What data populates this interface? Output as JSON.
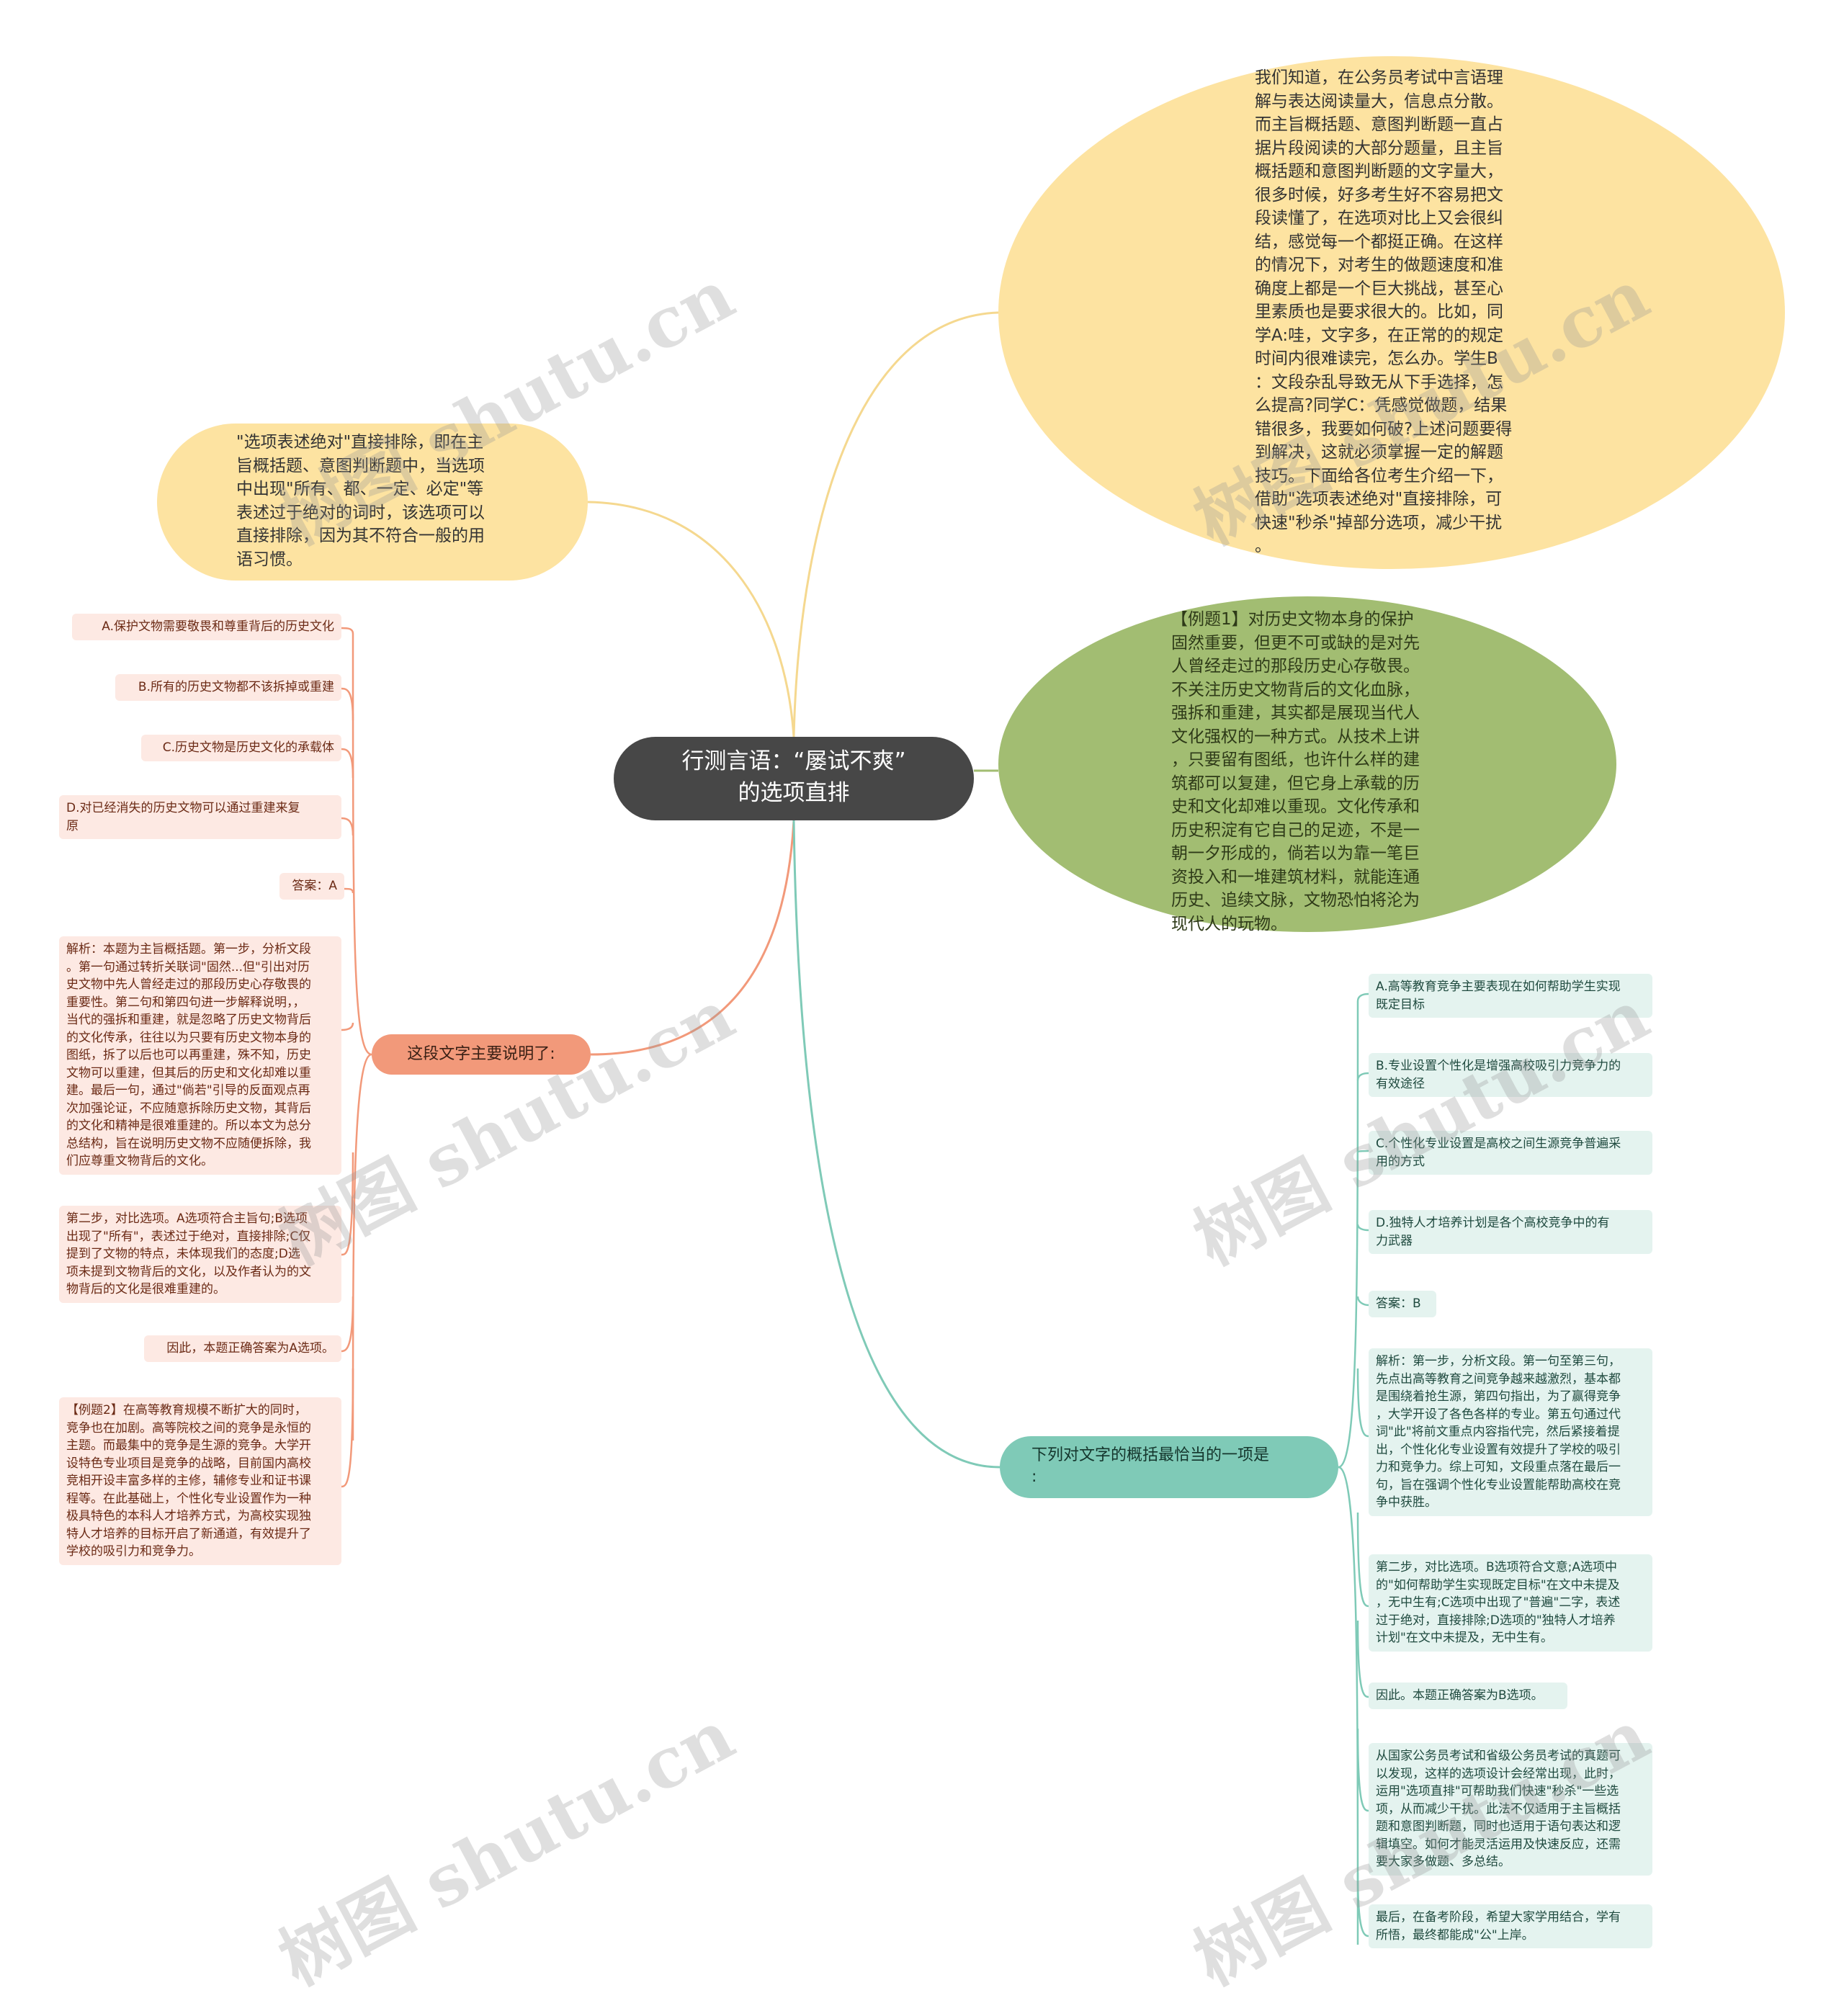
{
  "root": {
    "title": "行测言语：“屡试不爽”\n的选项直排"
  },
  "intro": "我们知道，在公务员考试中言语理\n解与表达阅读量大，信息点分散。\n而主旨概括题、意图判断题一直占\n据片段阅读的大部分题量，且主旨\n概括题和意图判断题的文字量大，\n很多时候，好多考生好不容易把文\n段读懂了，在选项对比上又会很纠\n结，感觉每一个都挺正确。在这样\n的情况下，对考生的做题速度和准\n确度上都是一个巨大挑战，甚至心\n里素质也是要求很大的。比如，同\n学A:哇，文字多，在正常的的规定\n时间内很难读完，怎么办。学生B\n：文段杂乱导致无从下手选择，怎\n么提高?同学C：凭感觉做题，结果\n错很多，我要如何破?上述问题要得\n到解决，这就必须掌握一定的解题\n技巧。下面给各位考生介绍一下，\n借助\"选项表述绝对\"直接排除，可\n快速\"秒杀\"掉部分选项，减少干扰\n。",
  "example1": "【例题1】对历史文物本身的保护\n固然重要，但更不可或缺的是对先\n人曾经走过的那段历史心存敬畏。\n不关注历史文物背后的文化血脉，\n强拆和重建，其实都是展现当代人\n文化强权的一种方式。从技术上讲\n，只要留有图纸，也许什么样的建\n筑都可以复建，但它身上承载的历\n史和文化却难以重现。文化传承和\n历史积淀有它自己的足迹，不是一\n朝一夕形成的，倘若以为靠一笔巨\n资投入和一堆建筑材料，就能连通\n历史、追续文脉，文物恐怕将沦为\n现代人的玩物。",
  "tip": "\"选项表述绝对\"直接排除，即在主\n旨概括题、意图判断题中，当选项\n中出现\"所有、都、一定、必定\"等\n表述过于绝对的词时，该选项可以\n直接排除，因为其不符合一般的用\n语习惯。",
  "question1": {
    "label": "这段文字主要说明了:",
    "items": [
      "A.保护文物需要敬畏和尊重背后的历史文化",
      "B.所有的历史文物都不该拆掉或重建",
      "C.历史文物是历史文化的承载体",
      "D.对已经消失的历史文物可以通过重建来复\n原",
      "答案：A",
      "解析：本题为主旨概括题。第一步，分析文段\n。第一句通过转折关联词\"固然...但\"引出对历\n史文物中先人曾经走过的那段历史心存敬畏的\n重要性。第二句和第四句进一步解释说明，，\n当代的强拆和重建，就是忽略了历史文物背后\n的文化传承，往往以为只要有历史文物本身的\n图纸，拆了以后也可以再重建，殊不知，历史\n文物可以重建，但其后的历史和文化却难以重\n建。最后一句，通过\"倘若\"引导的反面观点再\n次加强论证，不应随意拆除历史文物，其背后\n的文化和精神是很难重建的。所以本文为总分\n总结构，旨在说明历史文物不应随便拆除，我\n们应尊重文物背后的文化。",
      "第二步，对比选项。A选项符合主旨句;B选项\n出现了\"所有\"，表述过于绝对，直接排除;C仅\n提到了文物的特点，未体现我们的态度;D选\n项未提到文物背后的文化，以及作者认为的文\n物背后的文化是很难重建的。",
      "因此，本题正确答案为A选项。",
      "【例题2】在高等教育规模不断扩大的同时，\n竞争也在加剧。高等院校之间的竞争是永恒的\n主题。而最集中的竞争是生源的竞争。大学开\n设特色专业项目是竞争的战略，目前国内高校\n竞相开设丰富多样的主修，辅修专业和证书课\n程等。在此基础上，个性化专业设置作为一种\n极具特色的本科人才培养方式，为高校实现独\n特人才培养的目标开启了新通道，有效提升了\n学校的吸引力和竞争力。"
    ]
  },
  "question2": {
    "label": "下列对文字的概括最恰当的一项是\n:",
    "items": [
      "A.高等教育竞争主要表现在如何帮助学生实现\n既定目标",
      "B.专业设置个性化是增强高校吸引力竞争力的\n有效途径",
      "C.个性化专业设置是高校之间生源竞争普遍采\n用的方式",
      "D.独特人才培养计划是各个高校竞争中的有\n力武器",
      "答案：B",
      "解析：第一步，分析文段。第一句至第三句，\n先点出高等教育之间竞争越来越激烈，基本都\n是围绕着抢生源，第四句指出，为了赢得竞争\n，大学开设了各色各样的专业。第五句通过代\n词\"此\"将前文重点内容指代完，然后紧接着提\n出，个性化化专业设置有效提升了学校的吸引\n力和竞争力。综上可知，文段重点落在最后一\n句，旨在强调个性化专业设置能帮助高校在竞\n争中获胜。",
      "第二步，对比选项。B选项符合文意;A选项中\n的\"如何帮助学生实现既定目标\"在文中未提及\n，无中生有;C选项中出现了\"普遍\"二字，表述\n过于绝对，直接排除;D选项的\"独特人才培养\n计划\"在文中未提及，无中生有。",
      "因此。本题正确答案为B选项。",
      "从国家公务员考试和省级公务员考试的真题可\n以发现，这样的选项设计会经常出现，此时，\n运用\"选项直排\"可帮助我们快速\"秒杀\"一些选\n项，从而减少干扰。此法不仅适用于主旨概括\n题和意图判断题，同时也适用于语句表达和逻\n辑填空。如何才能灵活运用及快速反应，还需\n要大家多做题、多总结。",
      "最后，在备考阶段，希望大家学用结合，学有\n所悟，最终都能成\"公\"上岸。"
    ]
  },
  "watermark": "树图 shutu.cn",
  "colors": {
    "root": "#474747",
    "yellow": "#fde3a1",
    "green": "#a2bd72",
    "orange": "#f2997a",
    "teal": "#7fcab7"
  }
}
